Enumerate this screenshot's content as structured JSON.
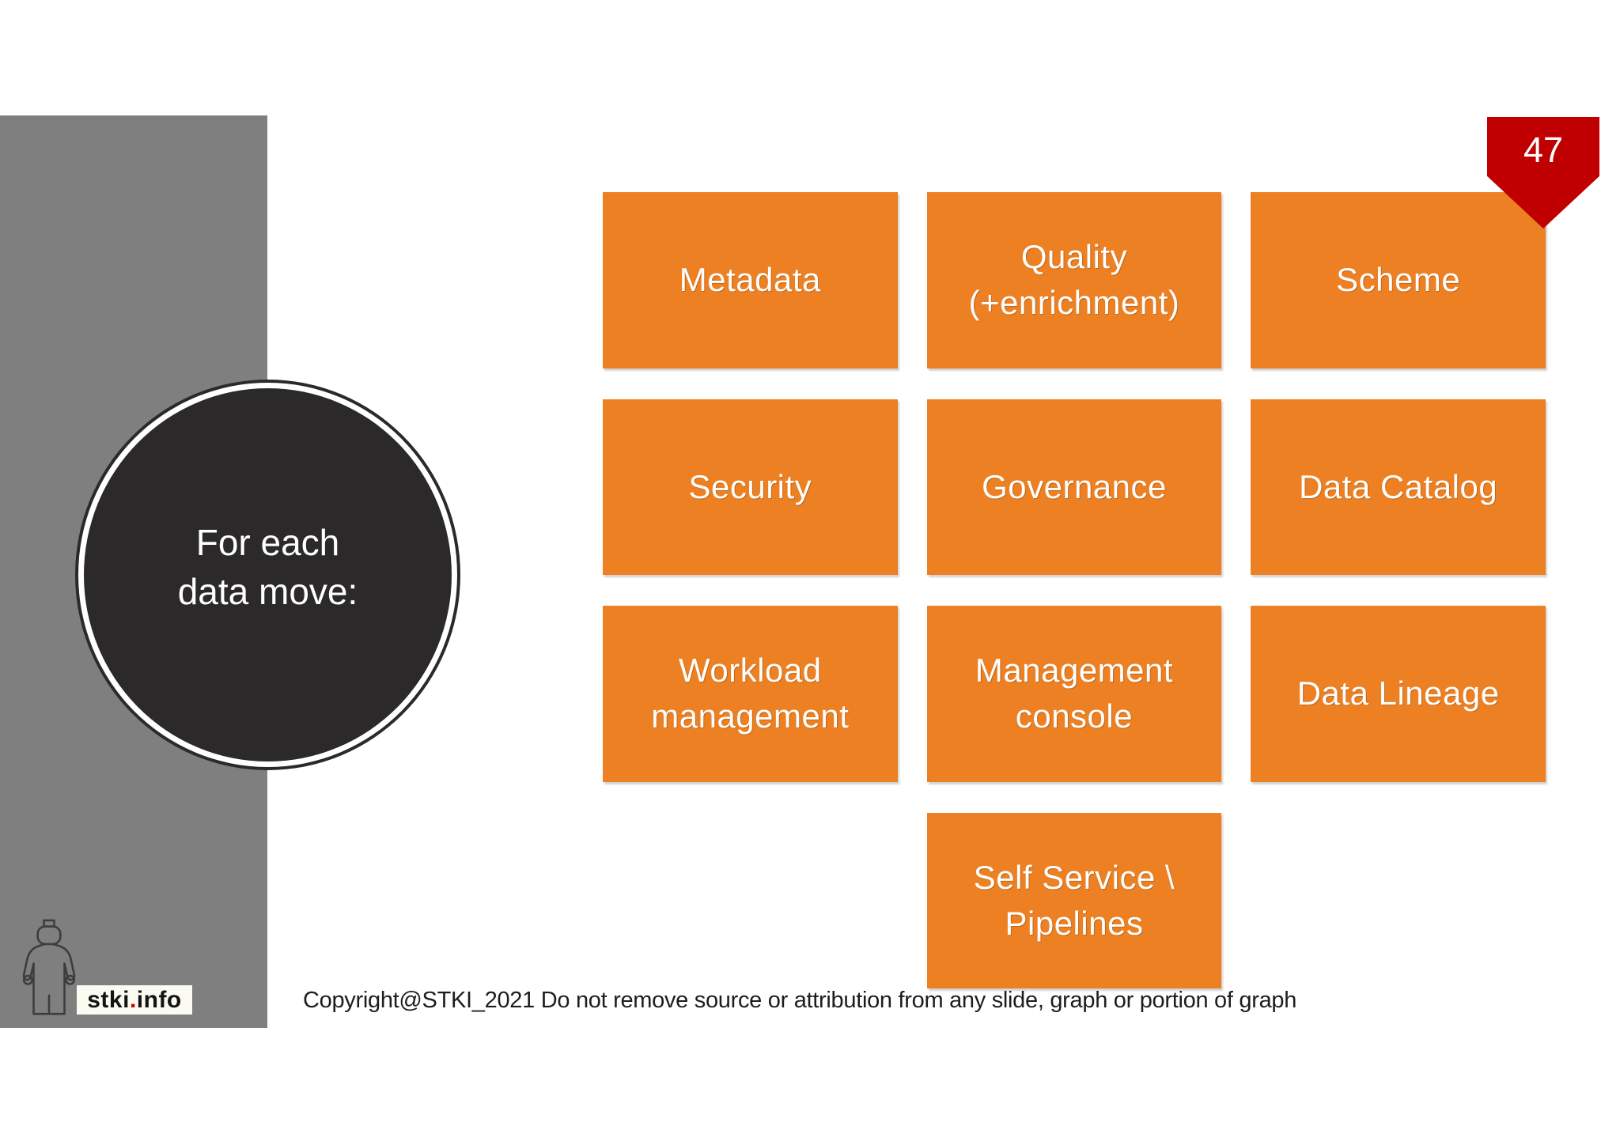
{
  "page_number": "47",
  "circle": {
    "label": "For each\ndata move:"
  },
  "boxes": [
    {
      "label": "Metadata"
    },
    {
      "label": "Quality\n(+enrichment)"
    },
    {
      "label": "Scheme"
    },
    {
      "label": "Security"
    },
    {
      "label": "Governance"
    },
    {
      "label": "Data Catalog"
    },
    {
      "label": "Workload\nmanagement"
    },
    {
      "label": "Management\nconsole"
    },
    {
      "label": "Data Lineage"
    },
    {
      "label": "Self Service \\\nPipelines"
    }
  ],
  "footer": {
    "copyright": "Copyright@STKI_2021 Do not remove source or attribution from any slide, graph or portion of graph",
    "logo": {
      "part1": "stki",
      "dot": ".",
      "part2": "info"
    }
  },
  "colors": {
    "accent_orange": "#ED8022",
    "badge_red": "#C00000",
    "sidebar_gray": "#7F7F7F",
    "circle_dark": "#2B2929",
    "text_dark": "#1D1D1D"
  }
}
